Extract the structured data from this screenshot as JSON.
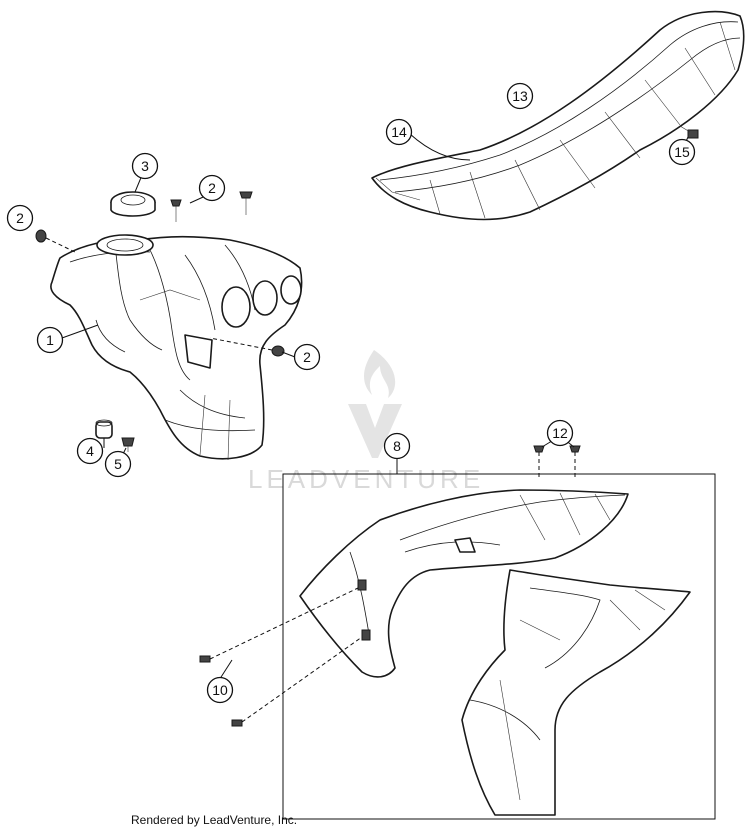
{
  "callouts": [
    {
      "label": "1"
    },
    {
      "label": "2"
    },
    {
      "label": "2"
    },
    {
      "label": "2"
    },
    {
      "label": "3"
    },
    {
      "label": "4"
    },
    {
      "label": "5"
    },
    {
      "label": "8"
    },
    {
      "label": "10"
    },
    {
      "label": "12"
    },
    {
      "label": "13"
    },
    {
      "label": "14"
    },
    {
      "label": "15"
    }
  ],
  "watermark": {
    "brand": "LEADVENTURE"
  },
  "footer": {
    "credit": "Rendered by LeadVenture, Inc."
  }
}
